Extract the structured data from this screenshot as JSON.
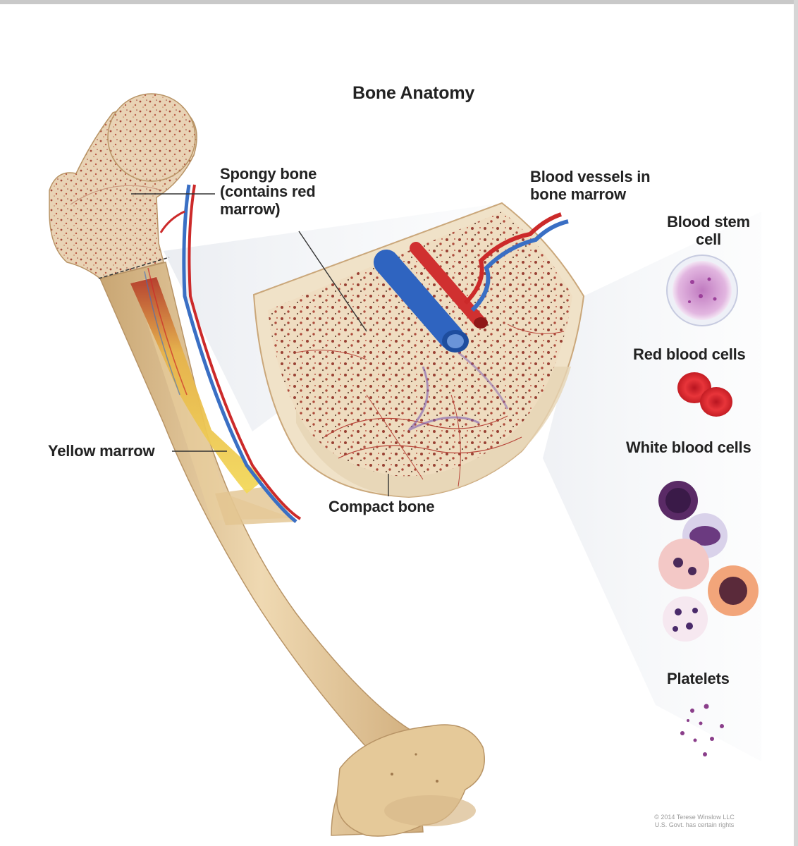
{
  "title": "Bone Anatomy",
  "labels": {
    "spongy_bone": "Spongy bone\n(contains red\nmarrow)",
    "blood_vessels": "Blood vessels in\nbone marrow",
    "blood_stem_cell": "Blood stem\ncell",
    "red_blood_cells": "Red blood cells",
    "white_blood_cells": "White blood cells",
    "platelets": "Platelets",
    "yellow_marrow": "Yellow marrow",
    "compact_bone": "Compact bone"
  },
  "copyright": "© 2014 Terese Winslow LLC\nU.S. Govt. has certain rights",
  "colors": {
    "bone": "#e8cfa3",
    "bone_dark": "#c9a673",
    "artery": "#cc2a2a",
    "vein": "#3a6fc4",
    "yellow_marrow": "#f1d04a",
    "red_marrow": "#a8322a",
    "stem_cell": "#d7a6d6",
    "rbc": "#e0242a",
    "wbc": "#5a2a66",
    "platelet": "#8a3e8a"
  }
}
